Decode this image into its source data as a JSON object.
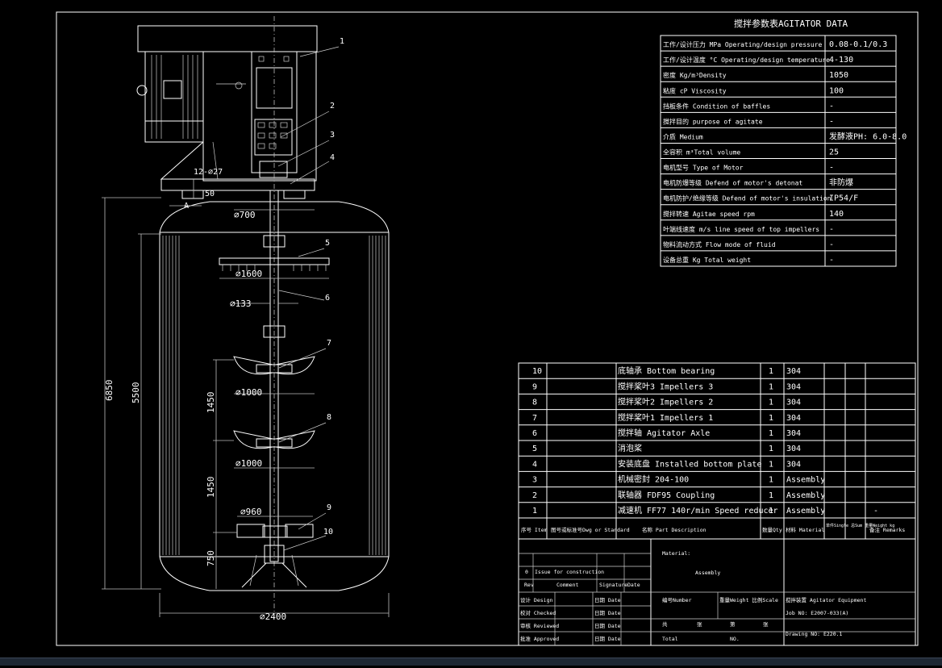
{
  "drawing": {
    "agitator_data_title": "搅拌参数表AGITATOR DATA",
    "agitator_data": [
      {
        "label": "工作/设计压力 MPa Operating/design pressure",
        "value": "0.08-0.1/0.3"
      },
      {
        "label": "工作/设计温度 °C Operating/design temperature",
        "value": "4-130"
      },
      {
        "label": "密度 Kg/m³Density",
        "value": "1050"
      },
      {
        "label": "粘度 cP Viscosity",
        "value": "100"
      },
      {
        "label": "挡板条件 Condition of baffles",
        "value": "-"
      },
      {
        "label": "搅拌目的 purpose of agitate",
        "value": "-"
      },
      {
        "label": "介质 Medium",
        "value": "发酵液PH: 6.0-8.0"
      },
      {
        "label": "全容积 m³Total volume",
        "value": "25"
      },
      {
        "label": "电机型号 Type of Motor",
        "value": "-"
      },
      {
        "label": "电机防爆等级 Defend of motor's detonat",
        "value": "非防爆"
      },
      {
        "label": "电机防护/绝缘等级 Defend of motor's insulation",
        "value": "IP54/F"
      },
      {
        "label": "搅拌转速 Agitae speed rpm",
        "value": "140"
      },
      {
        "label": "叶端线速度 m/s line speed of top impellers",
        "value": "-"
      },
      {
        "label": "物料流动方式 Flow mode of fluid",
        "value": "-"
      },
      {
        "label": "设备总重 Kg Total weight",
        "value": "-"
      }
    ],
    "parts": [
      {
        "no": "10",
        "desc": "底轴承 Bottom bearing",
        "qty": "1",
        "mat": "304"
      },
      {
        "no": "9",
        "desc": "搅拌桨叶3 Impellers 3",
        "qty": "1",
        "mat": "304"
      },
      {
        "no": "8",
        "desc": "搅拌桨叶2 Impellers 2",
        "qty": "1",
        "mat": "304"
      },
      {
        "no": "7",
        "desc": "搅拌桨叶1 Impellers 1",
        "qty": "1",
        "mat": "304"
      },
      {
        "no": "6",
        "desc": "搅拌轴 Agitator Axle",
        "qty": "1",
        "mat": "304"
      },
      {
        "no": "5",
        "desc": "消泡桨",
        "qty": "1",
        "mat": "304"
      },
      {
        "no": "4",
        "desc": "安装底盘 Installed bottom plate",
        "qty": "1",
        "mat": "304"
      },
      {
        "no": "3",
        "desc": "机械密封 204-100",
        "qty": "1",
        "mat": "Assembly"
      },
      {
        "no": "2",
        "desc": "联轴器 FDF95 Coupling",
        "qty": "1",
        "mat": "Assembly"
      },
      {
        "no": "1",
        "desc": "减速机 FF77 140r/min Speed reducer",
        "qty": "1",
        "mat": "Assembly",
        "remark": "-"
      }
    ],
    "parts_header": {
      "item": "序号 Item",
      "std": "图号或标准号Dwg or Standard",
      "desc": "名称 Part Description",
      "qty": "数量Qty",
      "mat": "材料 Material",
      "weight": "单件Single 总Sum 重量Weight kg",
      "remarks": "备注 Remarks"
    },
    "title_block": {
      "material_label": "Material:",
      "material_value": "Assembly",
      "rev_no": "0",
      "rev_comment_text": "Issue for construction",
      "rev": "Rev",
      "comment": "Comment",
      "signature": "Signature",
      "date": "Date",
      "design": "设计 Design",
      "checked": "校对 Checked",
      "reviewed": "审核 Reviewed",
      "approved": "批准 Approved",
      "date_label": "日期 Date",
      "number_label": "编号Number",
      "weight_scale": "重量Weight 比例Scale",
      "equipment": "搅拌装置 Agitator Equipment",
      "job_no": "Job NO: E2007-033(A)",
      "sheet_all": "共",
      "sheet": "张",
      "sheet_no": "第",
      "sheet_z": "张",
      "total": "Total",
      "no": "NO.",
      "drawing_no": "Drawing NO: E220.1"
    },
    "dimensions": {
      "overall_height": "6850",
      "liquid_height": "5500",
      "spacing1": "1450",
      "spacing2": "1450",
      "bottom_clear": "750",
      "diam_vessel": "⌀2400",
      "diam_plate": "⌀700",
      "diam_foam": "⌀1600",
      "diam_shaft": "⌀133",
      "diam_imp1": "⌀1000",
      "diam_imp2": "⌀1000",
      "diam_imp3": "⌀960",
      "hole_note": "12-⌀27",
      "dim_50": "50",
      "section": "A"
    },
    "balloons": [
      "1",
      "2",
      "3",
      "4",
      "5",
      "6",
      "7",
      "8",
      "9",
      "10"
    ]
  }
}
